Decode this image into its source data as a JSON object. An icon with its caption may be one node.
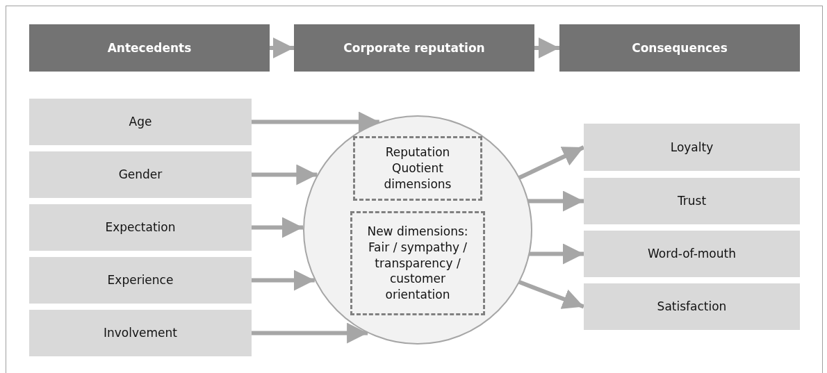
{
  "diagram": {
    "nodes": [
      {
        "text": [
          "Antecedents"
        ]
      },
      {
        "text": [
          "Corporate reputation"
        ]
      },
      {
        "text": [
          "Consequences"
        ]
      },
      {
        "text": [
          "Age"
        ]
      },
      {
        "text": [
          "Gender"
        ]
      },
      {
        "text": [
          "Expectation"
        ]
      },
      {
        "text": [
          "Experience"
        ]
      },
      {
        "text": [
          "Involvement"
        ]
      },
      {
        "text": [],
        "shape": "circle"
      },
      {
        "text": [
          "Reputation Quotient dimensions"
        ],
        "in": 8
      },
      {
        "text": [
          "New dimensions: Fair / sympathy / transparency / customer orientation"
        ],
        "in": 8
      },
      {
        "text": [
          "Loyalty"
        ]
      },
      {
        "text": [
          "Trust"
        ]
      },
      {
        "text": [
          "Word-of-mouth"
        ]
      },
      {
        "text": [
          "Satisfaction"
        ]
      }
    ],
    "edges": [
      {
        "from": 0,
        "to": 1,
        "arrow": "to"
      },
      {
        "from": 1,
        "to": 2,
        "arrow": "to"
      },
      {
        "from": 3,
        "to": 8,
        "arrow": "to"
      },
      {
        "from": 4,
        "to": 8,
        "arrow": "to"
      },
      {
        "from": 5,
        "to": 8,
        "arrow": "to"
      },
      {
        "from": 6,
        "to": 8,
        "arrow": "to"
      },
      {
        "from": 7,
        "to": 8,
        "arrow": "to"
      },
      {
        "from": 8,
        "to": 11,
        "arrow": "to"
      },
      {
        "from": 8,
        "to": 12,
        "arrow": "to"
      },
      {
        "from": 8,
        "to": 13,
        "arrow": "to"
      },
      {
        "from": 8,
        "to": 14,
        "arrow": "to"
      }
    ]
  }
}
